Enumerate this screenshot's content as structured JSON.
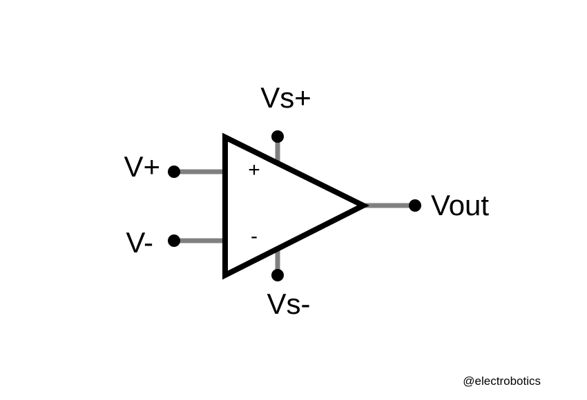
{
  "labels": {
    "vs_plus": "Vs+",
    "vs_minus": "Vs-",
    "v_plus": "V+",
    "v_minus": "V-",
    "vout": "Vout",
    "plus_sign": "+",
    "minus_sign": "-"
  },
  "credit": "@electrobotics",
  "colors": {
    "outline": "#000000",
    "wire": "#808080",
    "background": "#ffffff"
  }
}
